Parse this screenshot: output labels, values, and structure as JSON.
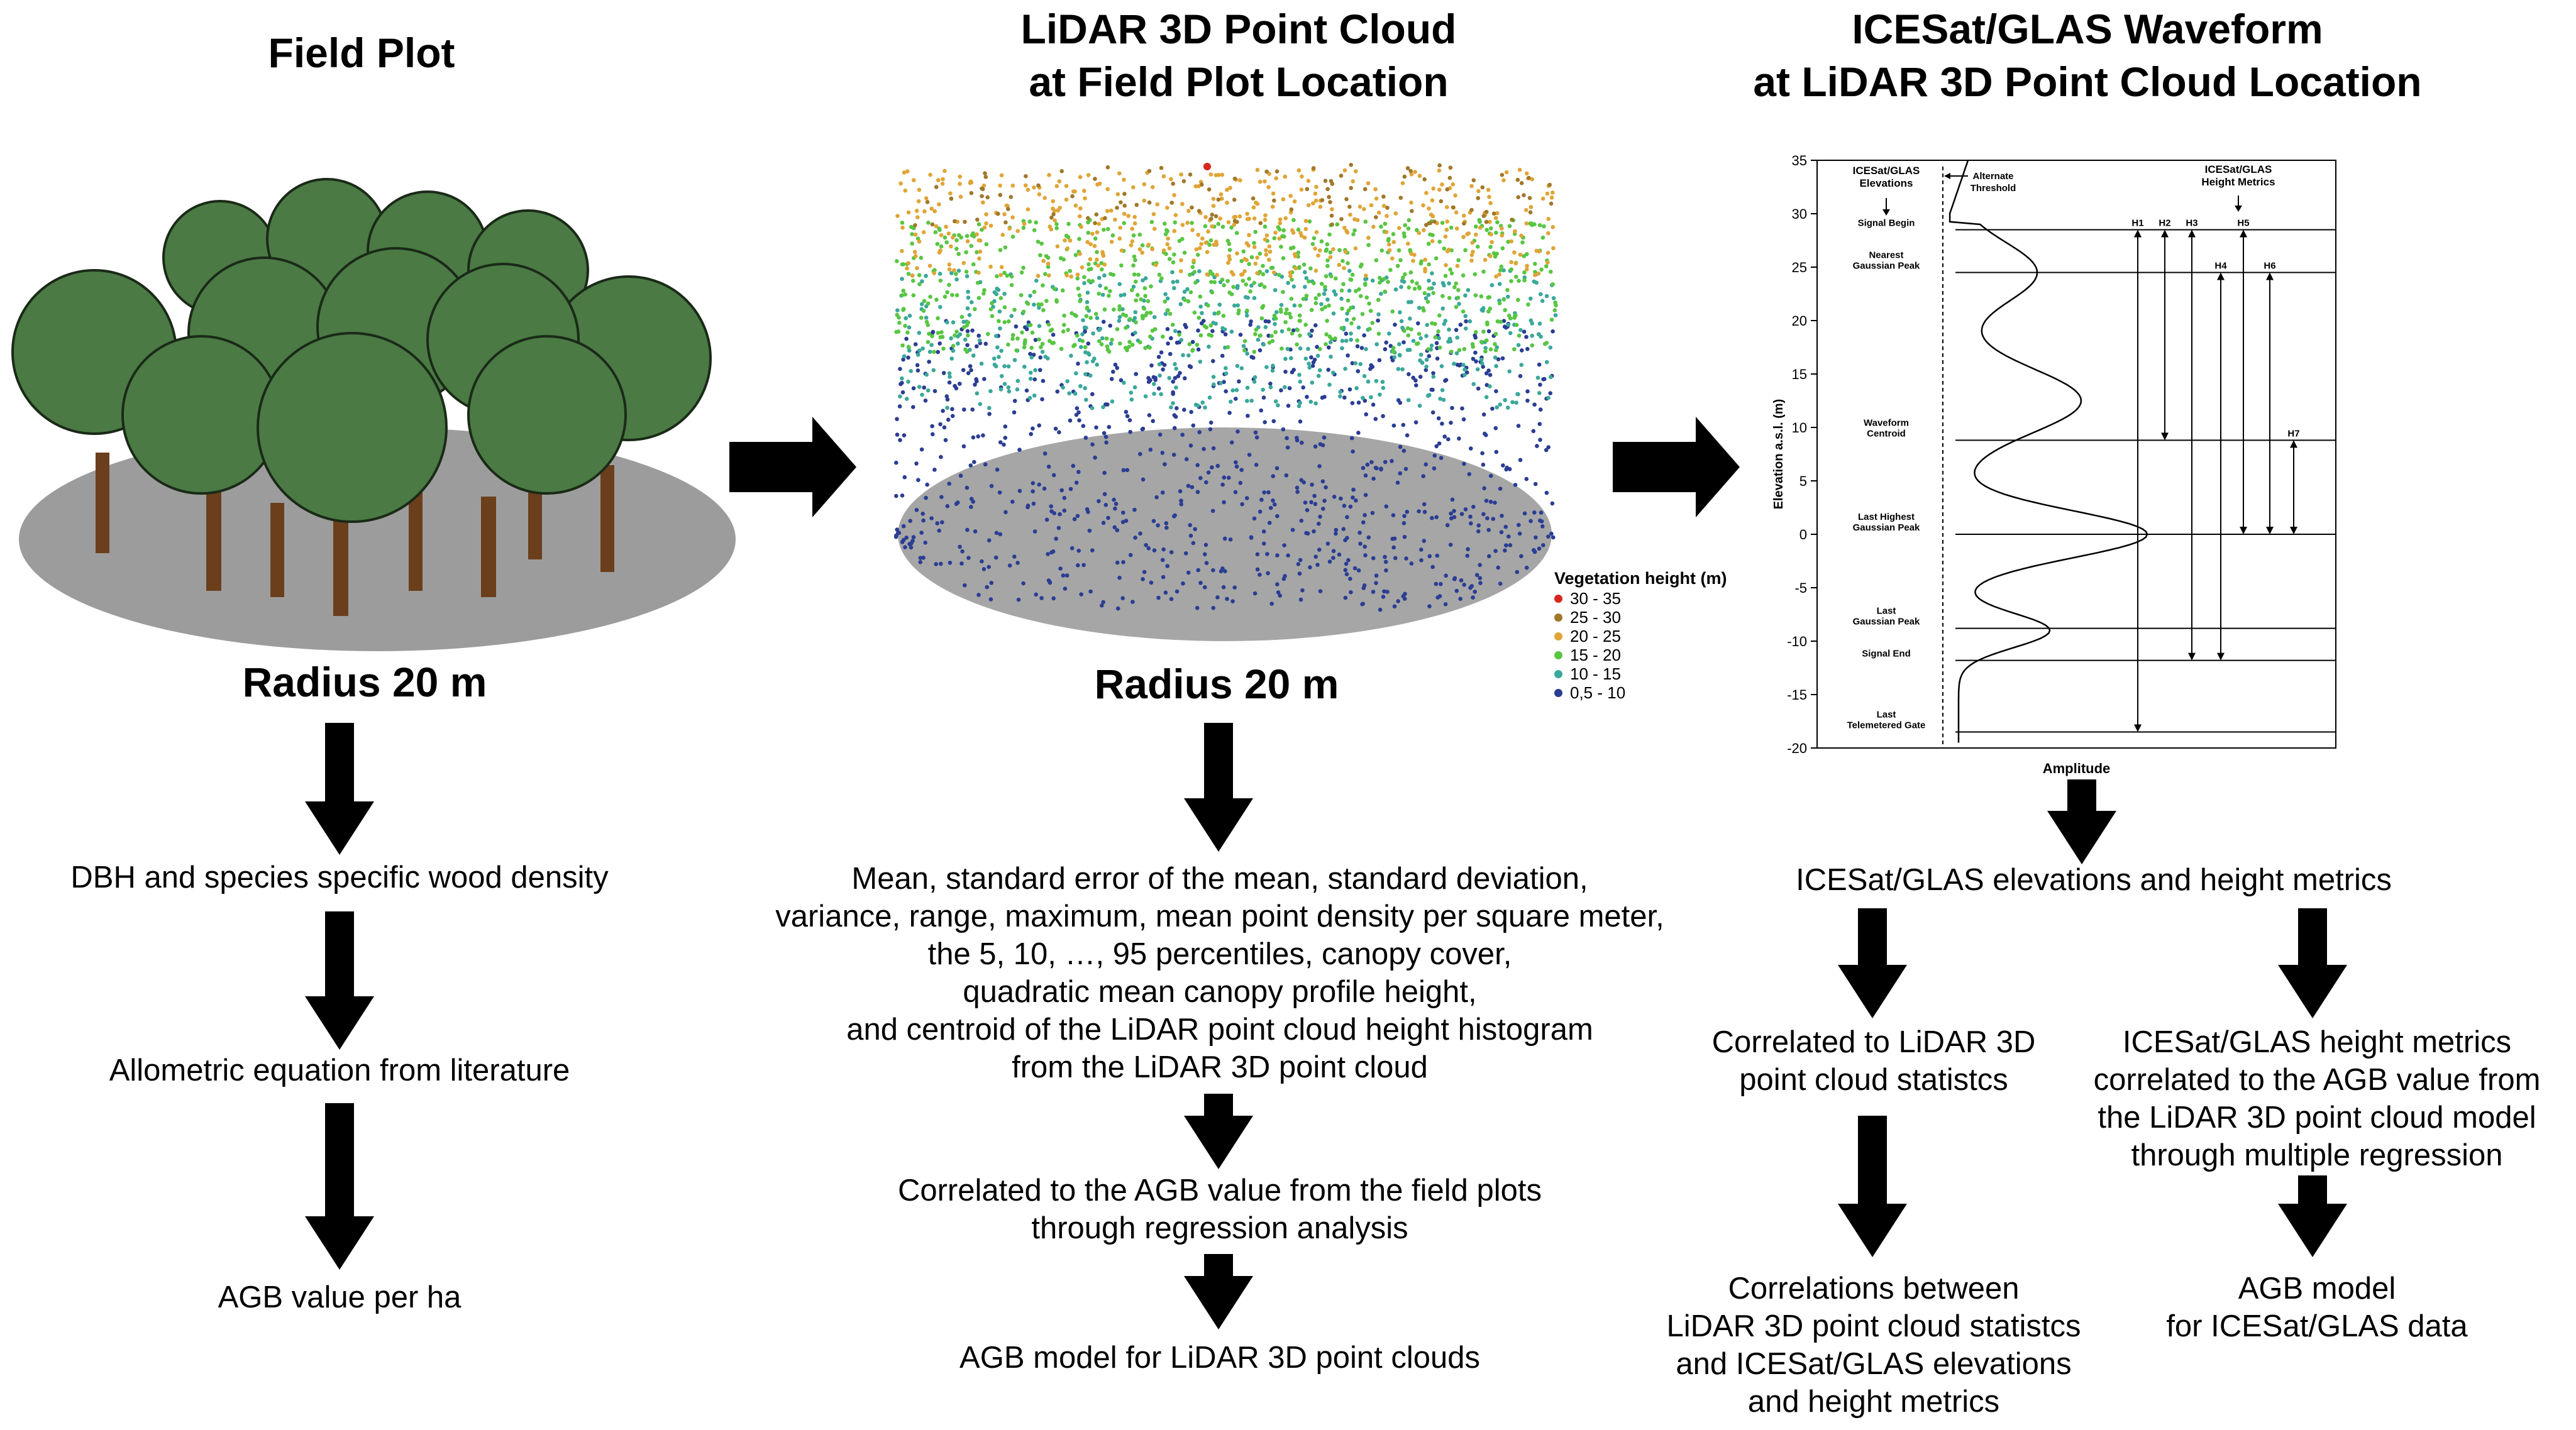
{
  "columns": {
    "field": {
      "title": "Field Plot",
      "radius": "Radius 20 m",
      "steps": [
        "DBH and species specific wood density",
        "Allometric equation from literature",
        "AGB value per ha"
      ]
    },
    "lidar": {
      "title_line1": "LiDAR 3D Point Cloud",
      "title_line2": "at Field Plot Location",
      "radius": "Radius 20 m",
      "metrics_lines": [
        "Mean, standard error of the mean, standard deviation,",
        "variance, range, maximum, mean point density per square meter,",
        "the 5, 10, …, 95 percentiles, canopy cover,",
        "quadratic mean canopy profile height,",
        "and centroid of the LiDAR point cloud height histogram",
        "from the LiDAR 3D point cloud"
      ],
      "regression_lines": [
        "Correlated to the AGB value from the field plots",
        "through regression analysis"
      ],
      "model": "AGB model for LiDAR 3D point clouds"
    },
    "icesat": {
      "title_line1": "ICESat/GLAS Waveform",
      "title_line2": "at LiDAR 3D Point Cloud Location",
      "elevations_label": "ICESat/GLAS elevations and height metrics",
      "left_branch": {
        "step1_lines": [
          "Correlated to LiDAR 3D",
          "point cloud statistcs"
        ],
        "step2_lines": [
          "Correlations between",
          "LiDAR 3D point cloud statistcs",
          "and ICESat/GLAS elevations",
          "and height metrics"
        ]
      },
      "right_branch": {
        "step1_lines": [
          "ICESat/GLAS height metrics",
          "correlated to the AGB value from",
          "the LiDAR 3D point cloud model",
          "through multiple regression"
        ],
        "step2_lines": [
          "AGB model",
          "for ICESat/GLAS data"
        ]
      }
    }
  },
  "legend": {
    "title": "Vegetation height (m)",
    "items": [
      {
        "label": "30 - 35",
        "color": "#d7261e"
      },
      {
        "label": "25 - 30",
        "color": "#a0782a"
      },
      {
        "label": "20 - 25",
        "color": "#e0a537"
      },
      {
        "label": "15 - 20",
        "color": "#58c642"
      },
      {
        "label": "10 - 15",
        "color": "#3aa89a"
      },
      {
        "label": "0,5 - 10",
        "color": "#2b3d93"
      }
    ]
  },
  "waveform_chart": {
    "ylabel": "Elevation a.s.l. (m)",
    "xlabel": "Amplitude",
    "y_ticks": [
      "35",
      "30",
      "25",
      "20",
      "15",
      "10",
      "5",
      "0",
      "-5",
      "-10",
      "-15",
      "-20"
    ],
    "ylim": [
      -20,
      35
    ],
    "elevations_header": [
      "ICESat/GLAS",
      "Elevations"
    ],
    "alternate_threshold": [
      "Alternate",
      "Threshold"
    ],
    "height_metrics_header": [
      "ICESat/GLAS",
      "Height Metrics"
    ],
    "events": [
      {
        "label_lines": [
          "Signal Begin"
        ],
        "elevation": 28.5
      },
      {
        "label_lines": [
          "Nearest",
          "Gaussian Peak"
        ],
        "elevation": 24.5
      },
      {
        "label_lines": [
          "Waveform",
          "Centroid"
        ],
        "elevation": 8.8
      },
      {
        "label_lines": [
          "Last Highest",
          "Gaussian Peak"
        ],
        "elevation": 0
      },
      {
        "label_lines": [
          "Last",
          "Gaussian Peak"
        ],
        "elevation": -8.8
      },
      {
        "label_lines": [
          "Signal End"
        ],
        "elevation": -11.8
      },
      {
        "label_lines": [
          "Last",
          "Telemetered Gate"
        ],
        "elevation": -18.5
      }
    ],
    "metrics": [
      {
        "label": "H1",
        "top": 28.5,
        "bottom": -18.5
      },
      {
        "label": "H2",
        "top": 28.5,
        "bottom": 8.8
      },
      {
        "label": "H3",
        "top": 28.5,
        "bottom": -11.8
      },
      {
        "label": "H4",
        "top": 24.5,
        "bottom": -11.8
      },
      {
        "label": "H5",
        "top": 28.5,
        "bottom": 0
      },
      {
        "label": "H6",
        "top": 24.5,
        "bottom": 0
      },
      {
        "label": "H7",
        "top": 8.8,
        "bottom": 0
      }
    ]
  }
}
